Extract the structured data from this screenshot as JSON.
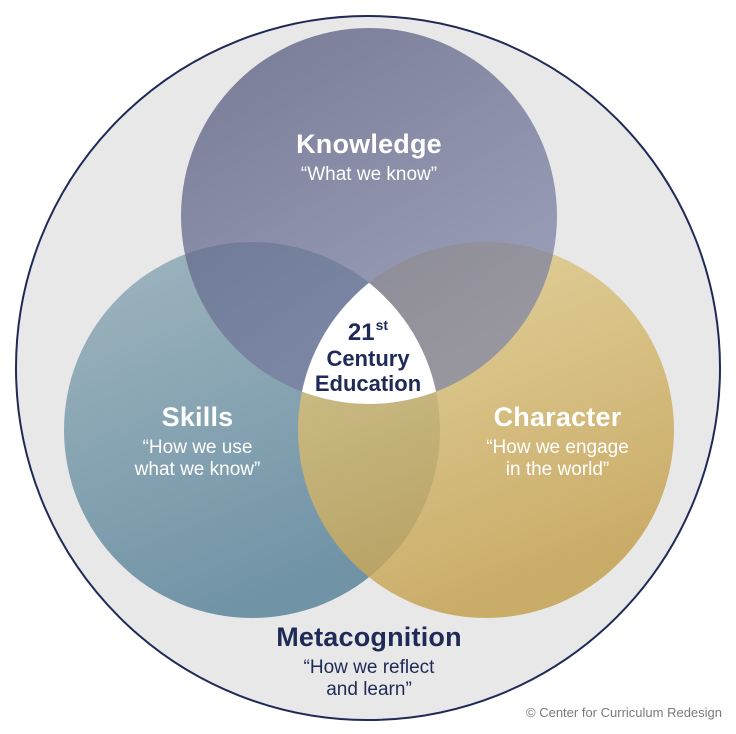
{
  "knowledge": {
    "title": "Knowledge",
    "subtitle": "“What we know”"
  },
  "skills": {
    "title": "Skills",
    "subtitle_line1": "“How we use",
    "subtitle_line2": "what we know”"
  },
  "character": {
    "title": "Character",
    "subtitle_line1": "“How we engage",
    "subtitle_line2": "in the world”"
  },
  "center": {
    "number": "21",
    "superscript": "st",
    "line2": "Century",
    "line3": "Education"
  },
  "metacognition": {
    "title": "Metacognition",
    "subtitle_line1": "“How we reflect",
    "subtitle_line2": "and learn”"
  },
  "copyright": "© Center for Curriculum Redesign",
  "colors": {
    "outer_fill": "#e8e8e9",
    "outer_stroke": "#1f2a56",
    "knowledge": "#4d5278",
    "skills": "#6f95a8",
    "character": "#d3b462",
    "center": "#ffffff",
    "text_navy": "#1f2a56"
  }
}
